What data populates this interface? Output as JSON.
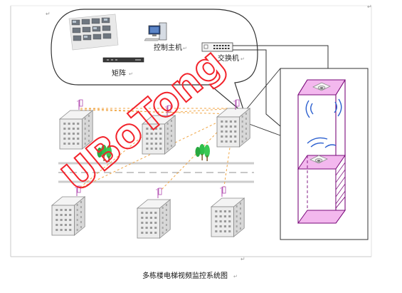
{
  "diagram": {
    "labels": {
      "control_host": "控制主机",
      "switch": "交换机",
      "matrix": "矩阵"
    },
    "caption": "多栋楼电梯视频监控系统图",
    "watermark": "UBoTong",
    "colors": {
      "watermark": "#f2232b",
      "link_dashed": "#f0a646",
      "road": "#d9d9d9",
      "elevator_pink": "#f3b8ee",
      "elevator_frame": "#7a0a7a",
      "signal_blue": "#2b5fcf",
      "tree_green": "#2fbf4a"
    },
    "icons": [
      "paragraph-mark-icon",
      "monitor-wall-icon",
      "computer-icon",
      "network-switch-icon",
      "matrix-device-icon",
      "wireless-antenna-icon",
      "dome-camera-icon",
      "tree-icon",
      "building-icon"
    ]
  }
}
